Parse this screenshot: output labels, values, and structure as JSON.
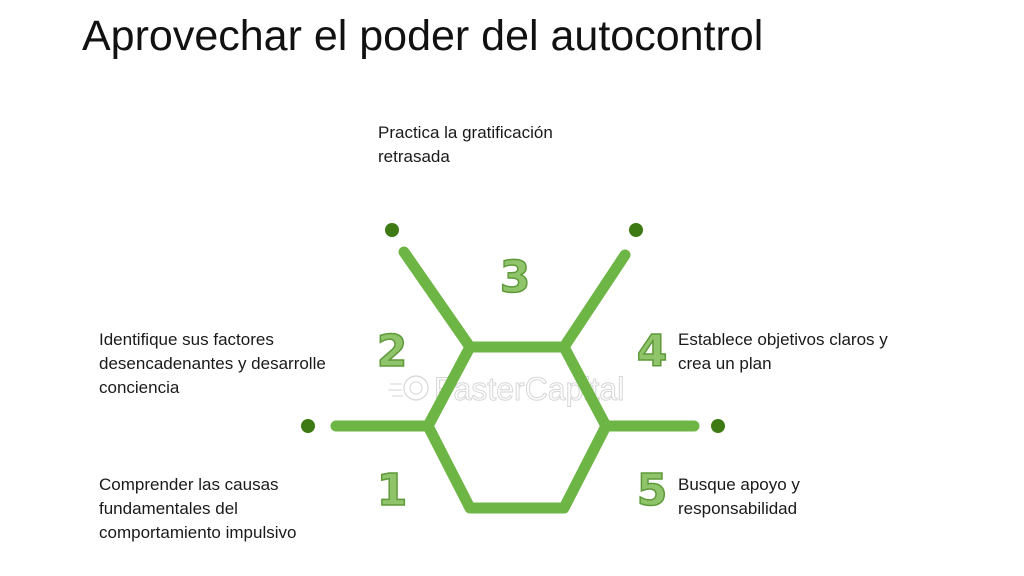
{
  "title": "Aprovechar el poder del autocontrol",
  "colors": {
    "line": "#6db544",
    "dot": "#3d7a14",
    "number_fill": "#8fc46a",
    "number_stroke": "#5e9a3a"
  },
  "watermark": "FasterCapital",
  "steps": [
    {
      "number": "1",
      "lines": [
        "Comprender las causas",
        "fundamentales del",
        "comportamiento impulsivo"
      ]
    },
    {
      "number": "2",
      "lines": [
        "Identifique sus factores",
        "desencadenantes y desarrolle",
        "conciencia"
      ]
    },
    {
      "number": "3",
      "lines": [
        "Practica la gratificación",
        "retrasada"
      ]
    },
    {
      "number": "4",
      "lines": [
        "Establece objetivos claros y",
        "crea un plan"
      ]
    },
    {
      "number": "5",
      "lines": [
        "Busque apoyo y",
        "responsabilidad"
      ]
    }
  ]
}
